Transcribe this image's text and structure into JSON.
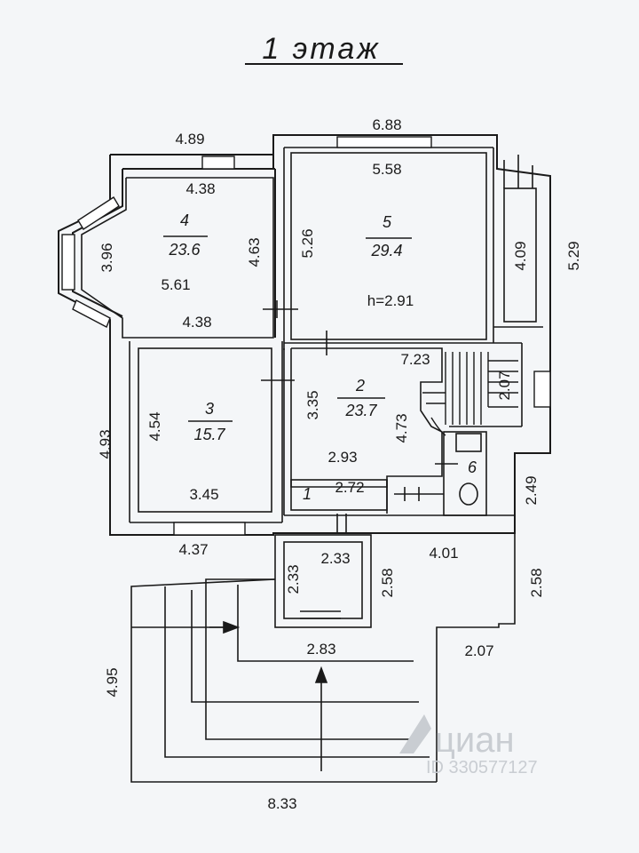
{
  "title": "1  этаж",
  "rooms": [
    {
      "number": "4",
      "area": "23.6"
    },
    {
      "number": "5",
      "area": "29.4"
    },
    {
      "number": "3",
      "area": "15.7"
    },
    {
      "number": "2",
      "area": "23.7"
    },
    {
      "number": "1"
    },
    {
      "number": "6"
    }
  ],
  "ceiling_height": "h=2.91",
  "dimensions": {
    "top_left": "4.89",
    "top_right": "6.88",
    "r4_top": "4.38",
    "r4_left": "3.96",
    "r4_right": "4.63",
    "r4_mid": "5.61",
    "r4_bottom": "4.38",
    "r5_top": "5.58",
    "r5_left": "5.26",
    "closet": "4.09",
    "right_outer": "5.29",
    "stair": "7.23",
    "stair_small": "2.07",
    "r3_left": "4.54",
    "r3_bottom": "3.45",
    "left_outer": "4.93",
    "r2_left": "3.35",
    "r2_right": "4.73",
    "r2_bottom": "2.93",
    "r1": "2.72",
    "r6_right": "2.49",
    "bottom_left": "4.37",
    "porch_top": "2.33",
    "porch_left": "2.33",
    "porch_right": "2.58",
    "terrace_top": "4.01",
    "terrace_right": "2.58",
    "porch_bottom": "2.83",
    "terrace_bottom": "2.07",
    "steps_left": "4.95",
    "steps_bottom": "8.33"
  },
  "watermark": {
    "brand": "циан",
    "id": "ID 330577127"
  }
}
